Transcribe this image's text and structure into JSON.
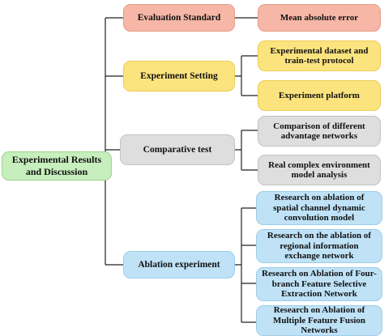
{
  "root": {
    "label": "Experimental Results and Discussion"
  },
  "branches": [
    {
      "label": "Evaluation Standard",
      "children": [
        "Mean absolute error"
      ]
    },
    {
      "label": "Experiment Setting",
      "children": [
        "Experimental dataset and train-test protocol",
        "Experiment platform"
      ]
    },
    {
      "label": "Comparative test",
      "children": [
        "Comparison of different advantage networks",
        "Real complex environment model analysis"
      ]
    },
    {
      "label": "Ablation experiment",
      "children": [
        "Research on ablation of spatial channel dynamic convolution model",
        "Research on the ablation of regional information exchange network",
        "Research on Ablation of Four-branch Feature Selective Extraction Network",
        "Research on Ablation of Multiple Feature Fusion Networks"
      ]
    }
  ],
  "colors": {
    "root": "#c7eebd",
    "evaluation": "#f6b7a6",
    "setting": "#fbe37e",
    "comparative": "#dedede",
    "ablation": "#bfe2f7",
    "connector": "#222222"
  }
}
